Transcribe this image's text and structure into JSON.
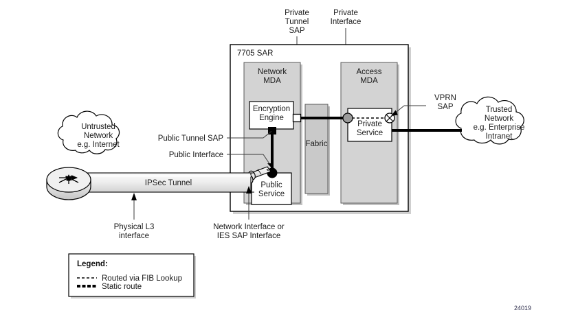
{
  "figure": {
    "id_number": "24019",
    "chassis_label": "7705 SAR"
  },
  "top_callouts": [
    {
      "name": "private-tunnel-sap",
      "lines": [
        "Private",
        "Tunnel",
        "SAP"
      ]
    },
    {
      "name": "private-interface",
      "lines": [
        "Private",
        "Interface"
      ]
    }
  ],
  "left_callouts": [
    {
      "name": "public-tunnel-sap",
      "label": "Public Tunnel SAP"
    },
    {
      "name": "public-interface",
      "label": "Public Interface"
    }
  ],
  "right_callouts": [
    {
      "name": "vprn-sap",
      "lines": [
        "VPRN",
        "SAP"
      ]
    }
  ],
  "bottom_callouts": [
    {
      "name": "physical-l3-interface",
      "lines": [
        "Physical L3",
        "interface"
      ]
    },
    {
      "name": "network-ies-sap-interface",
      "lines": [
        "Network Interface or",
        "IES SAP Interface"
      ]
    }
  ],
  "clouds": {
    "untrusted": {
      "lines": [
        "Untrusted",
        "Network",
        "e.g. Internet"
      ]
    },
    "trusted": {
      "lines": [
        "Trusted",
        "Network",
        "e.g. Enterprise",
        "Intranet"
      ]
    }
  },
  "tunnel": {
    "label": "IPSec Tunnel"
  },
  "chassis": {
    "network_mda": {
      "lines": [
        "Network",
        "MDA"
      ]
    },
    "access_mda": {
      "lines": [
        "Access",
        "MDA"
      ]
    },
    "fabric": {
      "label": "Fabric"
    },
    "encryption_engine": {
      "lines": [
        "Encryption",
        "Engine"
      ]
    },
    "public_service": {
      "lines": [
        "Public",
        "Service"
      ]
    },
    "private_service": {
      "lines": [
        "Private",
        "Service"
      ]
    }
  },
  "legend": {
    "title": "Legend:",
    "entries": [
      {
        "name": "routed-via-fib-lookup",
        "label": "Routed via FIB Lookup",
        "style": "thin-dashed"
      },
      {
        "name": "static-route",
        "label": "Static route",
        "style": "thick-dashed"
      }
    ]
  },
  "colors": {
    "mda_fill": "#d3d3d3",
    "fabric_fill": "#c9c9c9",
    "chassis_fill": "#ffffff",
    "service_fill": "#ffffff",
    "tunnel_fill": "#e3e3e3",
    "cloud_fill": "#ffffff",
    "line": "#000000",
    "shadow": "#bdbdbd"
  }
}
